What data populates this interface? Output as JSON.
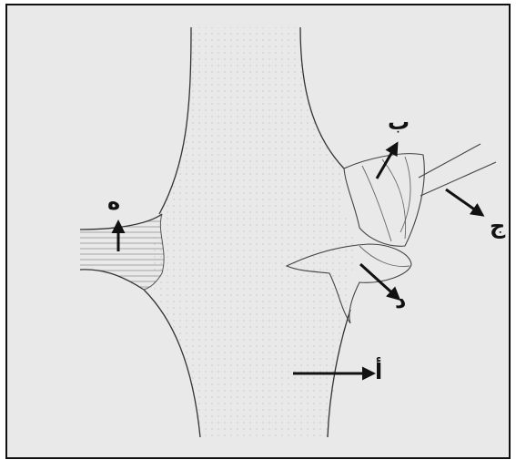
{
  "labels": {
    "a": "أ",
    "b": "ب",
    "j": "ج",
    "d": "د",
    "h": "ه"
  },
  "colors": {
    "paper": "#e9e9ea",
    "ink": "#111111",
    "pencil": "#555555"
  }
}
